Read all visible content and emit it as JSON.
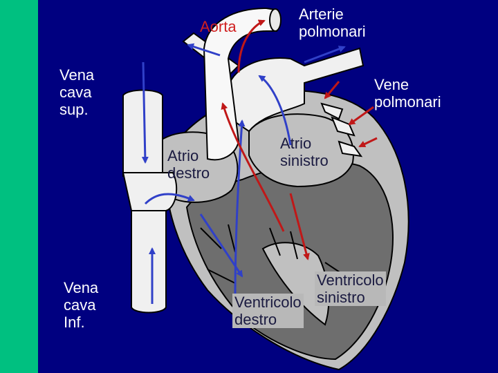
{
  "labels": {
    "aorta": "Aorta",
    "arterie_polmonari": "Arterie\npolmonari",
    "vena_cava_sup": "Vena\ncava\nsup.",
    "vene_polmonari": "Vene\npolmonari",
    "atrio_destro": "Atrio\ndestro",
    "atrio_sinistro": "Atrio\nsinistro",
    "vena_cava_inf": "Vena\ncava\nInf.",
    "ventricolo_sinistro": "Ventricolo\nsinistro",
    "ventricolo_destro": "Ventricolo\ndestro"
  },
  "colors": {
    "background": "#000080",
    "strip": "#00c080",
    "heart_outer": "#c0c0c0",
    "heart_inner": "#6e6e6e",
    "vessel": "#ffffff",
    "outline": "#000000",
    "oxygenated_arrow": "#c01818",
    "deoxygenated_arrow": "#3040c8",
    "label_red": "#d02020",
    "label_box": "#b8b8b8"
  },
  "icons": {
    "blood_flow_deoxygenated": "blue-arrow",
    "blood_flow_oxygenated": "red-arrow",
    "pulmonary_inflow": "red-arrow"
  }
}
